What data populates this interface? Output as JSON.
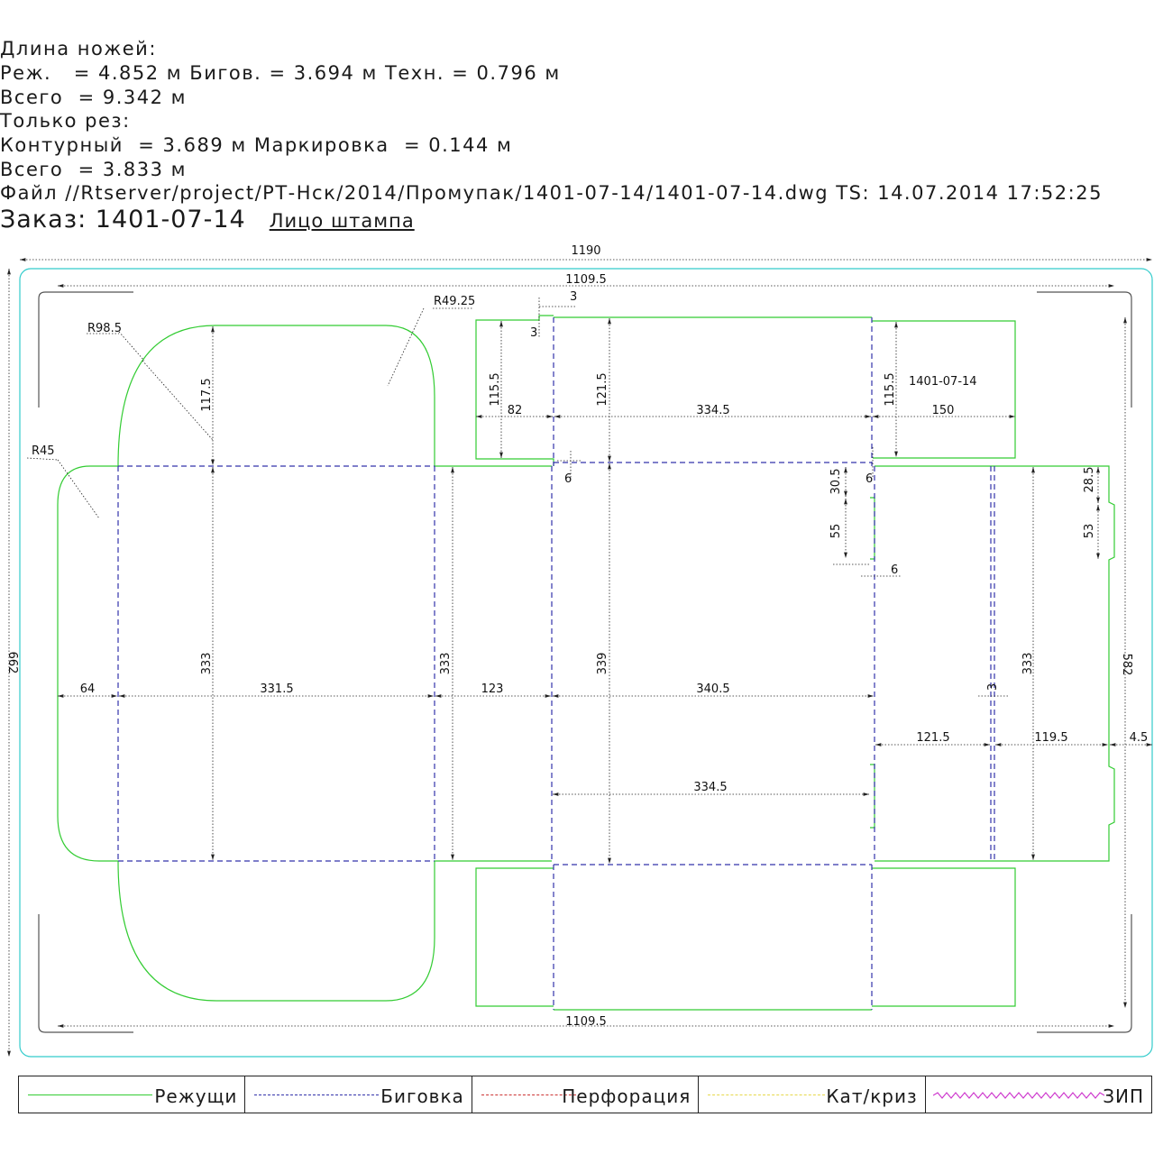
{
  "header": {
    "lines": [
      "Длина ножей:",
      "Реж.   = 4.852 м Бигов. = 3.694 м Техн. = 0.796 м",
      "Всего  = 9.342 м",
      "Только рез:",
      "Контурный  = 3.689 м Маркировка  = 0.144 м",
      "Всего  = 3.833 м",
      "Файл //Rtserver/project/РТ-Нск/2014/Промупак/1401-07-14/1401-07-14.dwg TS: 14.07.2014 17:52:25"
    ],
    "order_label": "Заказ:",
    "order_number": "1401-07-14",
    "face_label": "Лицо штампа"
  },
  "colors": {
    "cut": "#33cc33",
    "crease": "#3333aa",
    "perforation": "#cc3333",
    "cut_crease": "#e6d84a",
    "zip": "#cc33cc",
    "sheet": "#33cccc",
    "dimension": "#222222"
  },
  "dimensions": {
    "sheet_width": "1190",
    "sheet_height": "662",
    "inner_width_top": "1109.5",
    "inner_width_bottom": "1109.5",
    "r1": "R49.25",
    "r2": "R98.5",
    "r3": "R45",
    "d_3a": "3",
    "d_3b": "3",
    "d_115_5_left": "115.5",
    "d_82": "82",
    "d_121_5_v": "121.5",
    "d_334_5_top": "334.5",
    "d_115_5_right": "115.5",
    "d_150": "150",
    "d_117_5": "117.5",
    "d_6a": "6",
    "d_6b": "6",
    "d_30_5": "30.5",
    "d_55": "55",
    "d_6c": "6",
    "d_28_5": "28.5",
    "d_53": "53",
    "d_333a": "333",
    "d_333b": "333",
    "d_339": "339",
    "d_333c": "333",
    "d_582": "582",
    "d_64": "64",
    "d_331_5": "331.5",
    "d_123": "123",
    "d_340_5": "340.5",
    "d_3c": "3",
    "d_121_5_h": "121.5",
    "d_119_5": "119.5",
    "d_4_5": "4.5",
    "d_334_5_mid": "334.5",
    "marking": "1401-07-14"
  },
  "legend": [
    {
      "label": "Режущи",
      "color": "#33cc33",
      "style": "solid"
    },
    {
      "label": "Биговка",
      "color": "#3333aa",
      "style": "dashed"
    },
    {
      "label": "Перфорация",
      "color": "#cc3333",
      "style": "dashed"
    },
    {
      "label": "Кат/криз",
      "color": "#e6d84a",
      "style": "dashed"
    },
    {
      "label": "ЗИП",
      "color": "#cc33cc",
      "style": "zigzag"
    }
  ]
}
